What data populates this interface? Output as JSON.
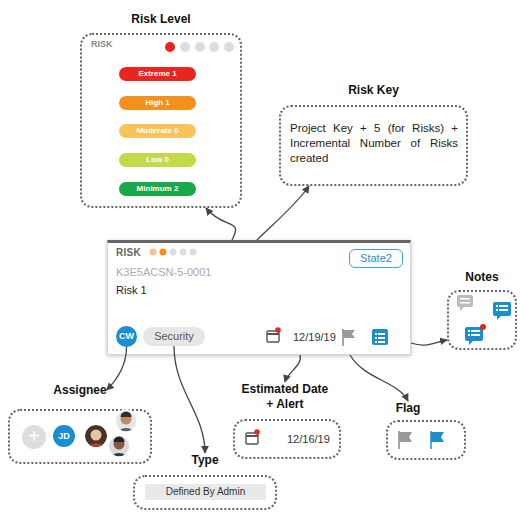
{
  "diagram": {
    "nodes": [
      {
        "text": [
          "Risk Level",
          "RISK"
        ]
      },
      {
        "text": [
          "Extreme 1"
        ],
        "in": 0
      },
      {
        "text": [
          "High 1"
        ],
        "in": 0
      },
      {
        "text": [
          "Moderate 0"
        ],
        "in": 0
      },
      {
        "text": [
          "Low 0"
        ],
        "in": 0
      },
      {
        "text": [
          "Minimum 2"
        ],
        "in": 0
      },
      {
        "text": [
          "Risk Key",
          "Project Key + 5 (for Risks) + Incremental Number of Risks created"
        ]
      },
      {
        "text": [
          "Notes"
        ]
      },
      {
        "text": [
          "RISK",
          "K3E5ACSN-5-0001",
          "Risk 1",
          "12/19/19"
        ]
      },
      {
        "text": [
          "State2"
        ],
        "in": 8
      },
      {
        "text": [
          "CW"
        ],
        "in": 8
      },
      {
        "text": [
          "Security"
        ],
        "in": 8
      },
      {
        "text": [
          "Assignee"
        ]
      },
      {
        "text": [
          "+"
        ],
        "in": 12
      },
      {
        "text": [
          "JD"
        ],
        "in": 12
      },
      {
        "text": [
          "Estimated Date + Alert",
          "12/16/19"
        ]
      },
      {
        "text": [
          "Flag"
        ]
      },
      {
        "text": [
          "Type"
        ]
      },
      {
        "text": [
          "Defined By Admin"
        ],
        "in": 17
      }
    ],
    "edges": [
      {
        "from": 8,
        "to": 0,
        "arrow": "to"
      },
      {
        "from": 8,
        "to": 6,
        "arrow": "to"
      },
      {
        "from": 8,
        "to": 7,
        "arrow": "to"
      },
      {
        "from": 10,
        "to": 12,
        "arrow": "to"
      },
      {
        "from": 11,
        "to": 17,
        "arrow": "to"
      },
      {
        "from": 8,
        "to": 15,
        "arrow": "to"
      },
      {
        "from": 8,
        "to": 16,
        "arrow": "to"
      }
    ]
  }
}
